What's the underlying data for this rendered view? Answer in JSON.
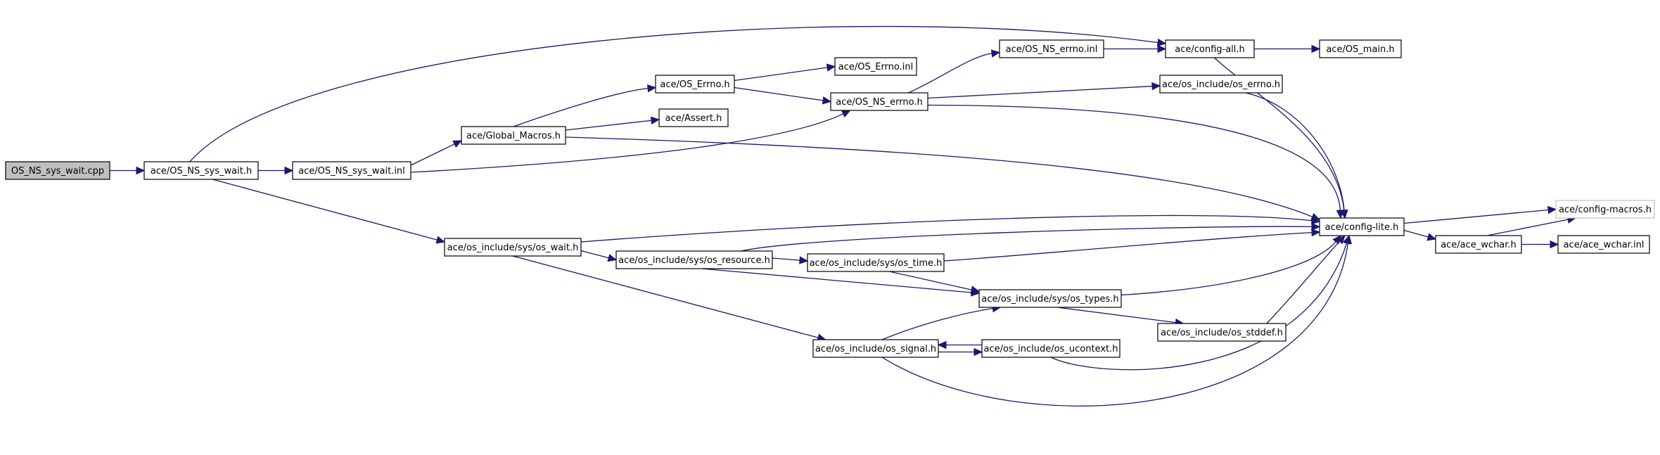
{
  "nodes": [
    {
      "id": "n0",
      "label": "OS_NS_sys_wait.cpp",
      "style": "root"
    },
    {
      "id": "n1",
      "label": "ace/OS_NS_sys_wait.h"
    },
    {
      "id": "n2",
      "label": "ace/OS_NS_sys_wait.inl"
    },
    {
      "id": "n3",
      "label": "ace/Global_Macros.h"
    },
    {
      "id": "n4",
      "label": "ace/OS_Errno.h"
    },
    {
      "id": "n5",
      "label": "ace/Assert.h"
    },
    {
      "id": "n6",
      "label": "ace/OS_Errno.inl"
    },
    {
      "id": "n7",
      "label": "ace/OS_NS_errno.h"
    },
    {
      "id": "n8",
      "label": "ace/OS_NS_errno.inl"
    },
    {
      "id": "n9",
      "label": "ace/config-all.h"
    },
    {
      "id": "n10",
      "label": "ace/OS_main.h"
    },
    {
      "id": "n11",
      "label": "ace/os_include/os_errno.h"
    },
    {
      "id": "n12",
      "label": "ace/config-lite.h"
    },
    {
      "id": "n13",
      "label": "ace/config-macros.h",
      "style": "ghost"
    },
    {
      "id": "n14",
      "label": "ace/ace_wchar.h"
    },
    {
      "id": "n15",
      "label": "ace/ace_wchar.inl"
    },
    {
      "id": "n16",
      "label": "ace/os_include/sys/os_wait.h"
    },
    {
      "id": "n17",
      "label": "ace/os_include/sys/os_resource.h"
    },
    {
      "id": "n18",
      "label": "ace/os_include/sys/os_time.h"
    },
    {
      "id": "n19",
      "label": "ace/os_include/sys/os_types.h"
    },
    {
      "id": "n20",
      "label": "ace/os_include/os_stddef.h"
    },
    {
      "id": "n21",
      "label": "ace/os_include/os_signal.h"
    },
    {
      "id": "n22",
      "label": "ace/os_include/os_ucontext.h"
    }
  ],
  "edges": [
    {
      "from": "n0",
      "to": "n1"
    },
    {
      "from": "n1",
      "to": "n2"
    },
    {
      "from": "n1",
      "to": "n9"
    },
    {
      "from": "n1",
      "to": "n16"
    },
    {
      "from": "n2",
      "to": "n3"
    },
    {
      "from": "n2",
      "to": "n7"
    },
    {
      "from": "n3",
      "to": "n4"
    },
    {
      "from": "n3",
      "to": "n5"
    },
    {
      "from": "n3",
      "to": "n12"
    },
    {
      "from": "n4",
      "to": "n6"
    },
    {
      "from": "n4",
      "to": "n7"
    },
    {
      "from": "n7",
      "to": "n8"
    },
    {
      "from": "n7",
      "to": "n11"
    },
    {
      "from": "n7",
      "to": "n12"
    },
    {
      "from": "n8",
      "to": "n9"
    },
    {
      "from": "n9",
      "to": "n10"
    },
    {
      "from": "n9",
      "to": "n12"
    },
    {
      "from": "n11",
      "to": "n12"
    },
    {
      "from": "n12",
      "to": "n13"
    },
    {
      "from": "n12",
      "to": "n14"
    },
    {
      "from": "n14",
      "to": "n13"
    },
    {
      "from": "n14",
      "to": "n15"
    },
    {
      "from": "n16",
      "to": "n12"
    },
    {
      "from": "n16",
      "to": "n17"
    },
    {
      "from": "n16",
      "to": "n21"
    },
    {
      "from": "n17",
      "to": "n12"
    },
    {
      "from": "n17",
      "to": "n18"
    },
    {
      "from": "n17",
      "to": "n19"
    },
    {
      "from": "n18",
      "to": "n12"
    },
    {
      "from": "n18",
      "to": "n19"
    },
    {
      "from": "n19",
      "to": "n12"
    },
    {
      "from": "n19",
      "to": "n20"
    },
    {
      "from": "n20",
      "to": "n12"
    },
    {
      "from": "n21",
      "to": "n12"
    },
    {
      "from": "n21",
      "to": "n19"
    },
    {
      "from": "n21",
      "to": "n22"
    },
    {
      "from": "n22",
      "to": "n21"
    },
    {
      "from": "n22",
      "to": "n12"
    }
  ],
  "colors": {
    "edge": "#191970",
    "node_border": "#000000",
    "root_fill": "#bfbfbf",
    "ghost_border": "#c0c0c0"
  }
}
